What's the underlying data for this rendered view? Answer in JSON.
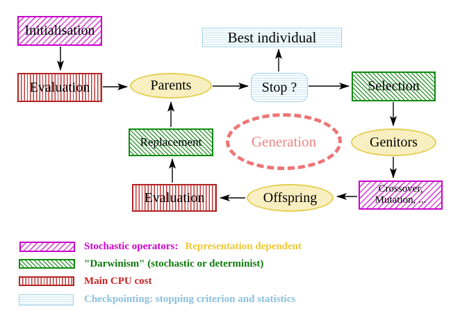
{
  "nodes": {
    "initialisation": "Initialisation",
    "evaluation_top": "Evaluation",
    "parents": "Parents",
    "best_individual": "Best individual",
    "stop": "Stop ?",
    "selection": "Selection",
    "replacement": "Replacement",
    "generation": "Generation",
    "genitors": "Genitors",
    "evaluation_bottom": "Evaluation",
    "crossover_line1": "Crossover,",
    "crossover_line2": "Mutation, ...",
    "offspring": "Offspring"
  },
  "arrows": [
    {
      "from": "initialisation",
      "to": "evaluation_top"
    },
    {
      "from": "evaluation_top",
      "to": "parents"
    },
    {
      "from": "parents",
      "to": "stop"
    },
    {
      "from": "stop",
      "to": "best_individual"
    },
    {
      "from": "stop",
      "to": "selection"
    },
    {
      "from": "selection",
      "to": "genitors"
    },
    {
      "from": "genitors",
      "to": "crossover_mutation"
    },
    {
      "from": "crossover_mutation",
      "to": "offspring"
    },
    {
      "from": "offspring",
      "to": "evaluation_bottom"
    },
    {
      "from": "evaluation_bottom",
      "to": "replacement"
    },
    {
      "from": "replacement",
      "to": "parents"
    }
  ],
  "legend": {
    "items": [
      {
        "swatch": "magenta-diagonal-hatch",
        "label": "Stochastic operators:",
        "label_suffix": "Representation dependent"
      },
      {
        "swatch": "green-diagonal-hatch",
        "label": "\"Darwinism\" (stochastic or determinist)"
      },
      {
        "swatch": "red-vertical-stripes",
        "label": "Main CPU cost"
      },
      {
        "swatch": "cyan-horizontal-stripes",
        "label": "Checkpointing: stopping criterion and statistics"
      }
    ]
  },
  "colors": {
    "magenta": "#cc00cc",
    "red_border": "#b42222",
    "red_text": "#cc2222",
    "green_border": "#0e8c0e",
    "green_text": "#0f7a0f",
    "yellow_border": "#e4cf52",
    "yellow_text": "#f0c832",
    "cyan_border": "#9fd0e2",
    "cyan_text": "#8cc0dd",
    "coral_dashed": "#ee7575",
    "coral_text": "#ef8585",
    "arrow": "#000000"
  }
}
